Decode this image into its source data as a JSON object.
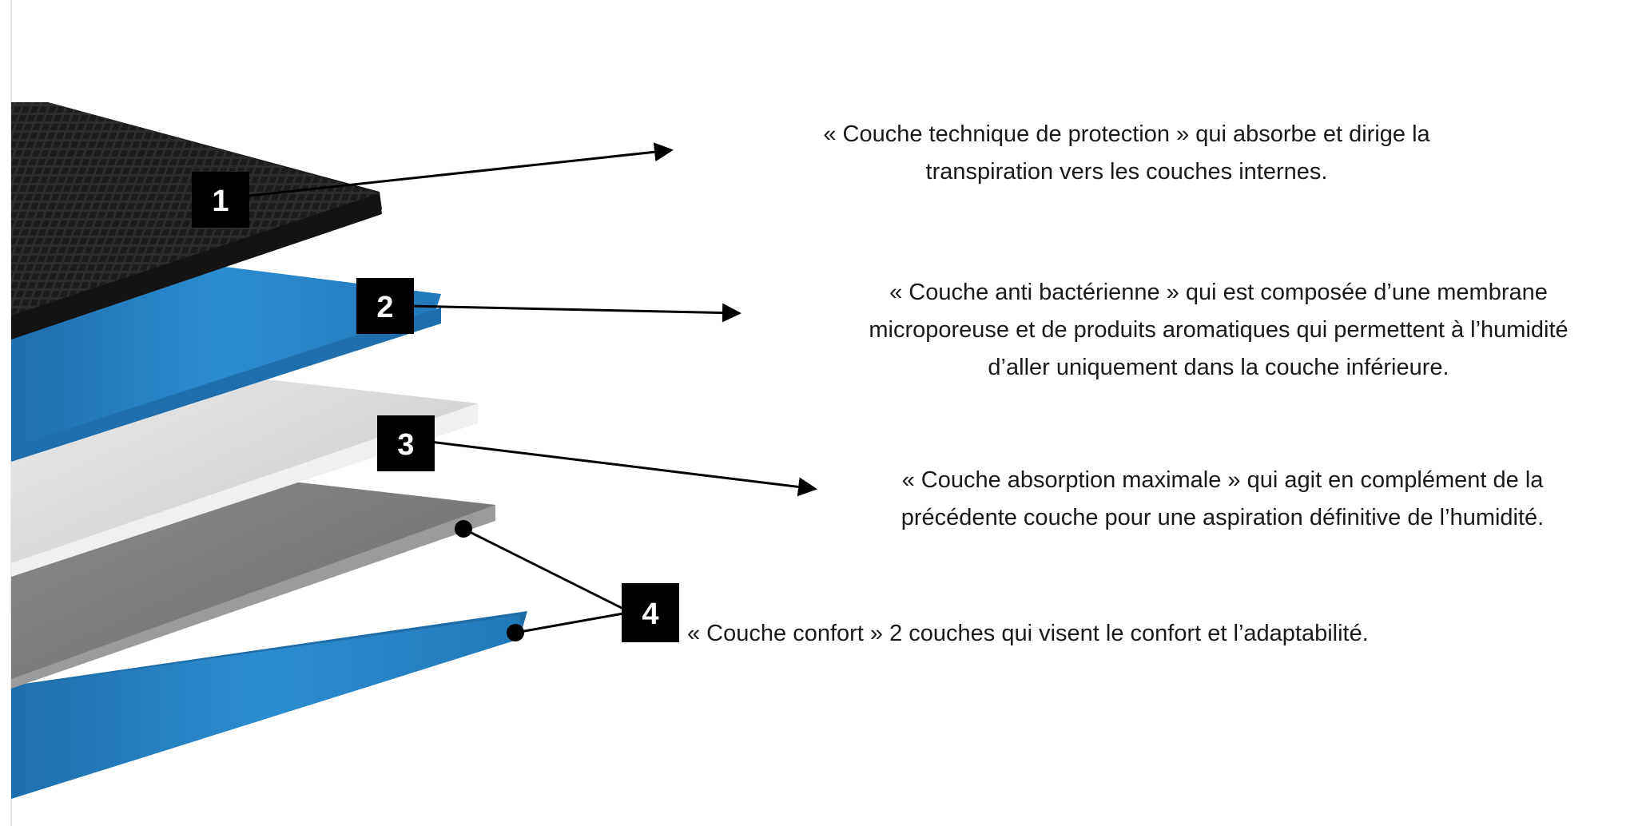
{
  "layers": [
    {
      "number": "1",
      "color": "#2b2927",
      "description": [
        "« Couche technique de protection » qui absorbe et dirige la",
        "transpiration vers les couches internes."
      ]
    },
    {
      "number": "2",
      "color": "#2680bf",
      "description": [
        "« Couche anti bactérienne » qui est composée d’une membrane",
        "microporeuse et de produits aromatiques qui permettent à l’humidité",
        "d’aller uniquement dans la couche inférieure."
      ]
    },
    {
      "number": "3",
      "color": "#dcdcdc",
      "description": [
        "« Couche absorption maximale » qui agit en complément de la",
        "précédente couche pour une aspiration définitive de l’humidité."
      ]
    },
    {
      "number": "4",
      "color": "#7d7e80",
      "description": [
        "« Couche confort » 2 couches qui visent le confort et l’adaptabilité."
      ]
    }
  ],
  "colors": {
    "label_background": "#000000",
    "label_text": "#ffffff",
    "bottom_layer": "#2680bf",
    "arrow": "#000000"
  }
}
